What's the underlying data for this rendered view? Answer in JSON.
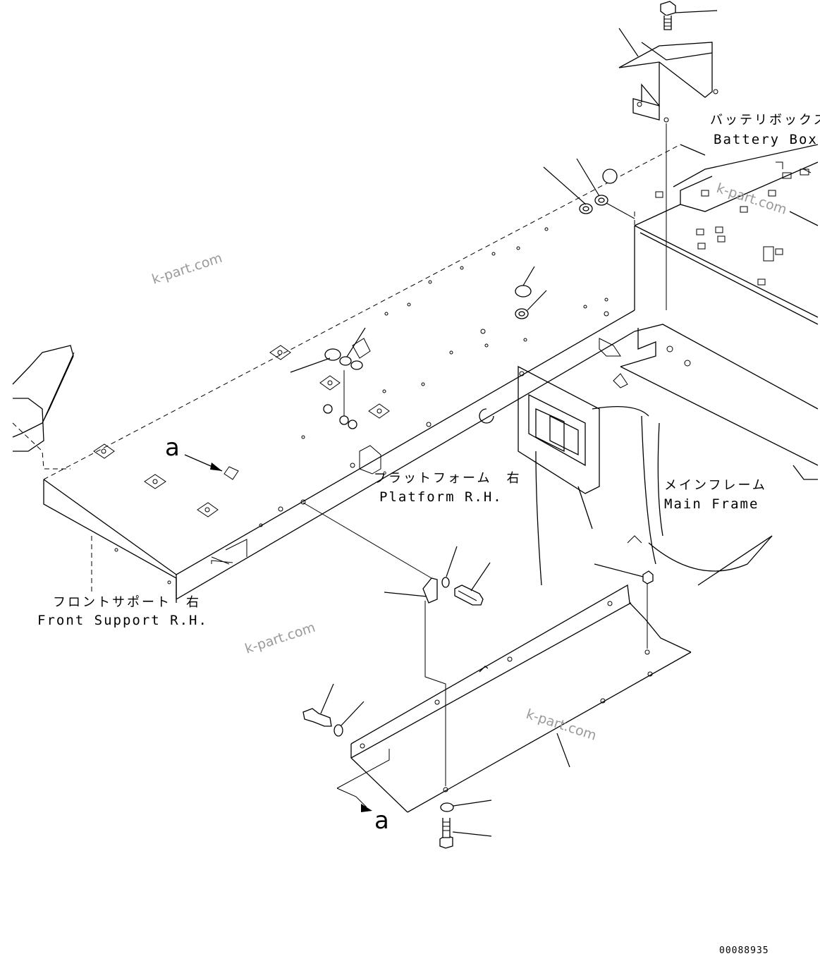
{
  "labels": {
    "battery_box_jp": "バッテリボックス",
    "battery_box_en": "Battery Box",
    "platform_jp": "プラットフォーム　右",
    "platform_en": "Platform R.H.",
    "main_frame_jp": "メインフレーム",
    "main_frame_en": "Main Frame",
    "front_support_jp": "フロントサポート　右",
    "front_support_en": "Front Support R.H."
  },
  "view_marker": "a",
  "watermark": "k-part.com",
  "drawing_number": "00088935"
}
